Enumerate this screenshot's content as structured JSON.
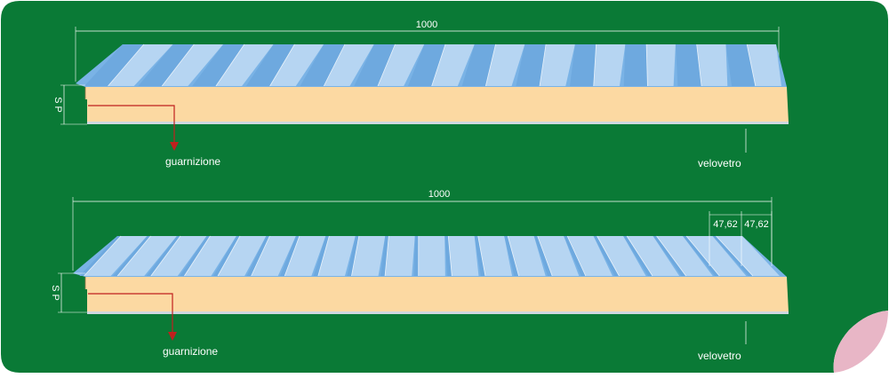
{
  "colors": {
    "background": "#0a7a36",
    "foam": "#fcd9a2",
    "rib_light": "#b6d5f2",
    "rib_dark": "#6ea9df",
    "sheet_edge": "#7ab3e6",
    "annotation_red": "#c0201e",
    "dimension_line": "#ffffff",
    "page_curl": "#e8b6c6"
  },
  "panels": [
    {
      "width_label": "1000",
      "thickness_label": "S P",
      "gasket_label": "guarnizione",
      "glass_veil_label": "velovetro",
      "rib_count": 13
    },
    {
      "width_label": "1000",
      "thickness_label": "S P",
      "gasket_label": "guarnizione",
      "glass_veil_label": "velovetro",
      "rib_count": 21,
      "pitch_labels": [
        "47,62",
        "47,62"
      ]
    }
  ]
}
